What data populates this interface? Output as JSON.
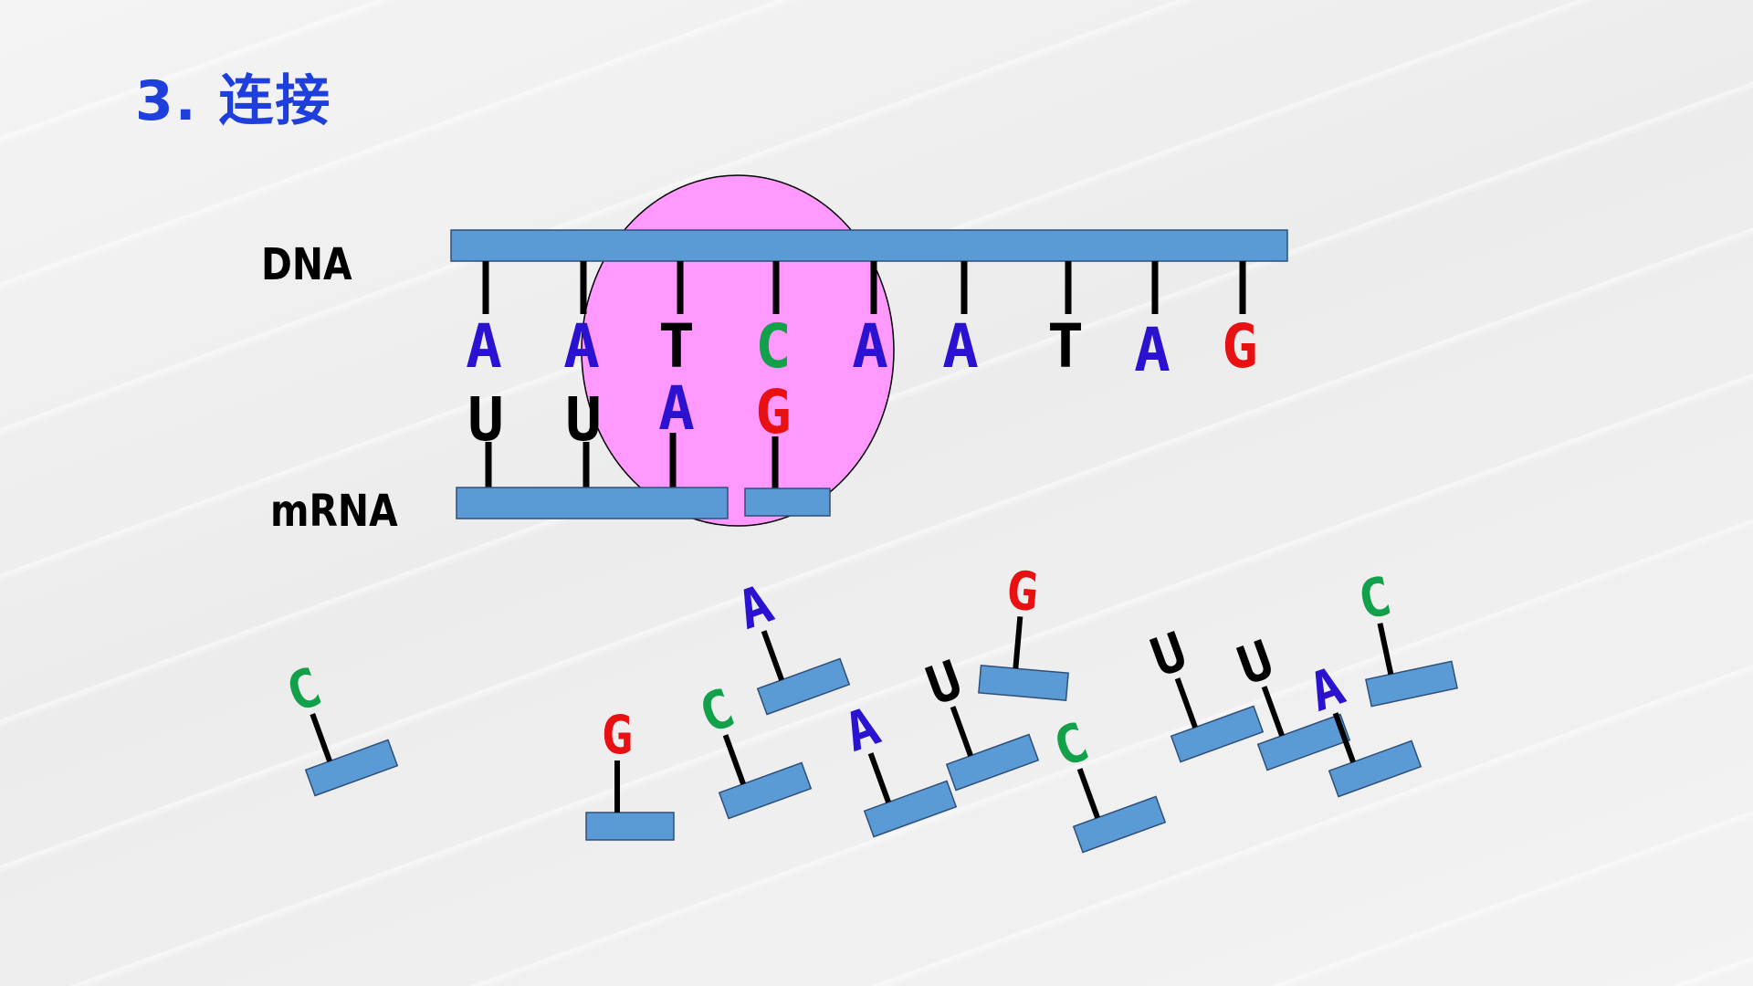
{
  "title": "3. 连接",
  "labels": {
    "dna": "DNA",
    "mrna": "mRNA"
  },
  "dna_bases": [
    "A",
    "A",
    "T",
    "C",
    "A",
    "A",
    "T",
    "A",
    "G"
  ],
  "mrna_bases": [
    "U",
    "U",
    "A",
    "G"
  ],
  "free_nucleotides": [
    "C",
    "G",
    "C",
    "A",
    "A",
    "U",
    "G",
    "C",
    "U",
    "U",
    "A",
    "C"
  ],
  "colors": {
    "A": "#2a12d0",
    "T": "#000000",
    "U": "#000000",
    "C": "#12a04a",
    "G": "#e81010",
    "strand": "#5b9bd5",
    "enzyme": "#ff99ff"
  }
}
